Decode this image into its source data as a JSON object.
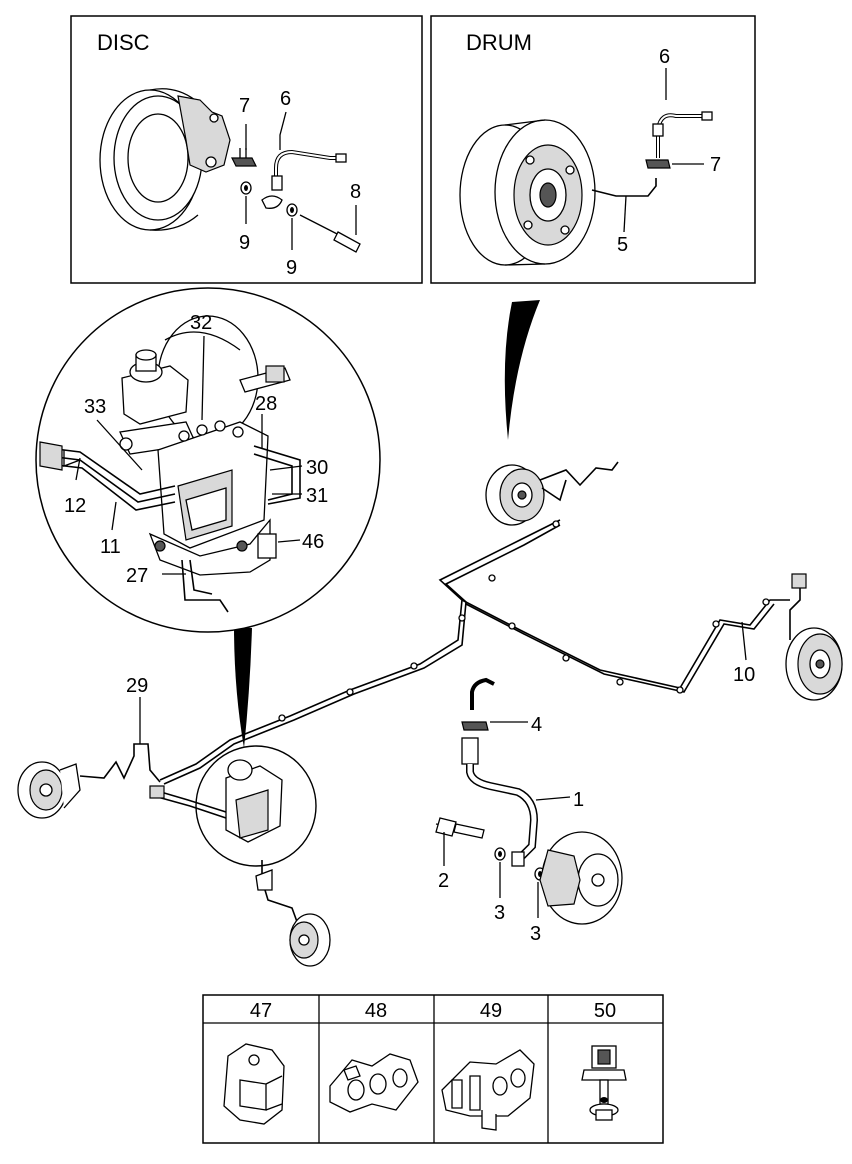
{
  "insets": {
    "disc": {
      "title": "DISC",
      "labels": [
        "7",
        "6",
        "8",
        "9",
        "9"
      ]
    },
    "drum": {
      "title": "DRUM",
      "labels": [
        "6",
        "7",
        "5"
      ]
    }
  },
  "abs_detail": {
    "labels": [
      "32",
      "33",
      "28",
      "30",
      "31",
      "12",
      "11",
      "46",
      "27"
    ]
  },
  "main_labels": [
    "29",
    "10",
    "4",
    "1",
    "2",
    "3",
    "3"
  ],
  "clip_table": {
    "columns": [
      "47",
      "48",
      "49",
      "50"
    ]
  }
}
